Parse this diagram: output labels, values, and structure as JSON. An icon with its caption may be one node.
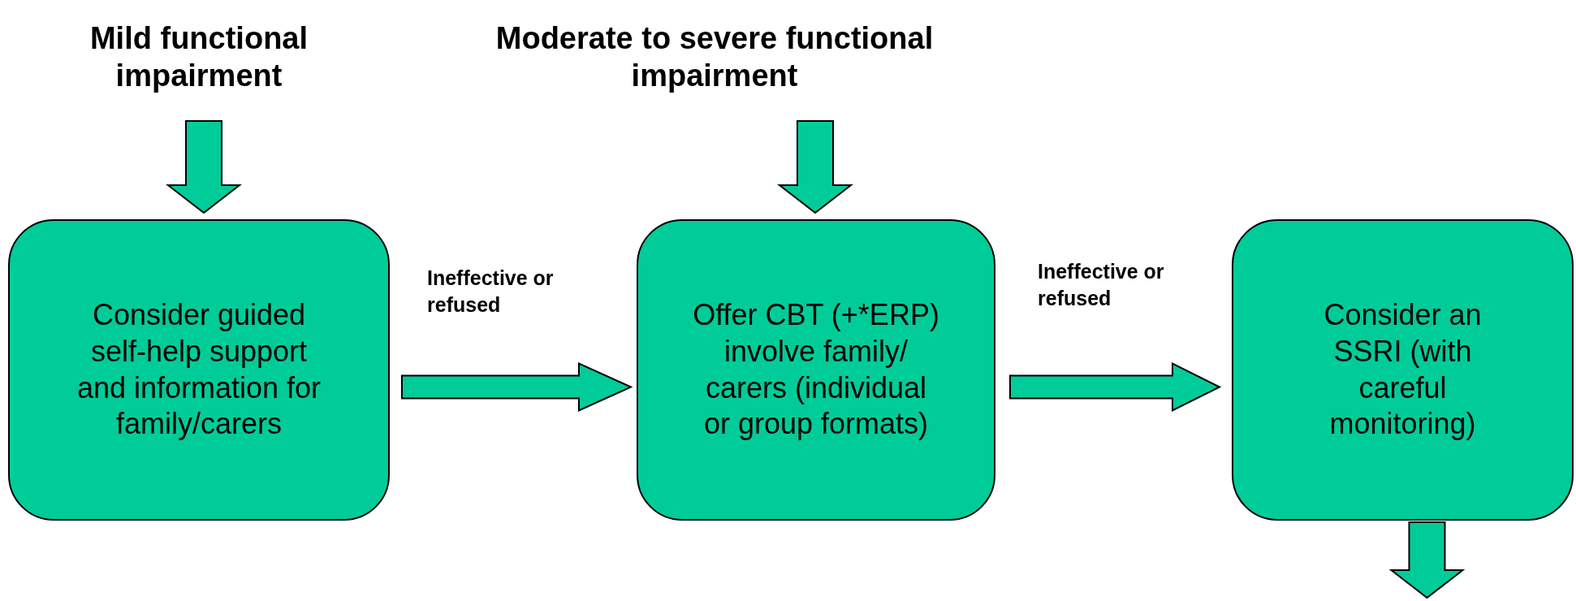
{
  "diagram": {
    "nodes": [
      {
        "text": [
          "Mild functional impairment"
        ]
      },
      {
        "text": [
          "Moderate to severe functional impairment"
        ]
      },
      {
        "text": [
          "Consider guided self-help support and information for family/carers"
        ]
      },
      {
        "text": [
          "Offer CBT (+*ERP) involve family/ carers (individual or group formats)"
        ]
      },
      {
        "text": [
          "Consider an SSRI (with careful monitoring)"
        ]
      }
    ],
    "edges": [
      {
        "from": 0,
        "to": 2,
        "arrow": "to"
      },
      {
        "from": 1,
        "to": 3,
        "arrow": "to"
      },
      {
        "from": 2,
        "to": 3,
        "arrow": "to",
        "label": "Ineffective or refused"
      },
      {
        "from": 3,
        "to": 4,
        "arrow": "to",
        "label": "Ineffective or refused"
      },
      {
        "from": 4,
        "to": null,
        "arrow": "to"
      }
    ]
  }
}
